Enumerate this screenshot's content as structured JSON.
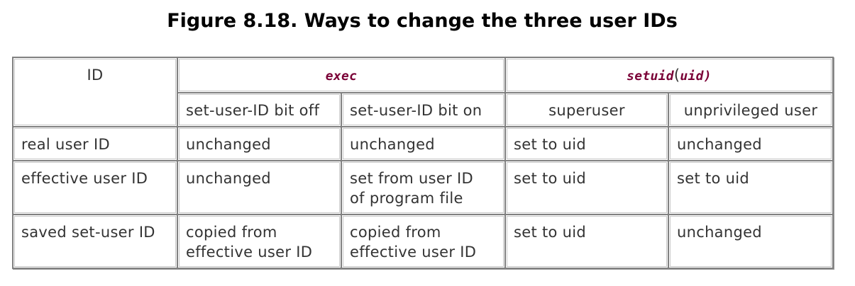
{
  "title": "Figure 8.18. Ways to change the three user IDs",
  "header": {
    "id_label": "ID",
    "exec_label": "exec",
    "setuid_name": "setuid",
    "setuid_open_paren": "(",
    "setuid_arg": "uid)",
    "sub": [
      "set-user-ID bit off",
      "set-user-ID bit on",
      "superuser",
      "unprivileged user"
    ]
  },
  "rows": [
    {
      "label": "real user ID",
      "cells": [
        "unchanged",
        "unchanged",
        "set to uid",
        "unchanged"
      ]
    },
    {
      "label": "effective user ID",
      "cells": [
        "unchanged",
        "set from user ID",
        "set to uid",
        "set to uid"
      ],
      "cells_line2": [
        "",
        "of program file",
        "",
        ""
      ]
    },
    {
      "label": "saved set-user ID",
      "cells": [
        "copied from",
        "copied from",
        "set to uid",
        "unchanged"
      ],
      "cells_line2": [
        "effective user ID",
        "effective user ID",
        "",
        ""
      ]
    }
  ],
  "colors": {
    "code": "#7a0036",
    "text": "#333333",
    "border": "#808080"
  }
}
